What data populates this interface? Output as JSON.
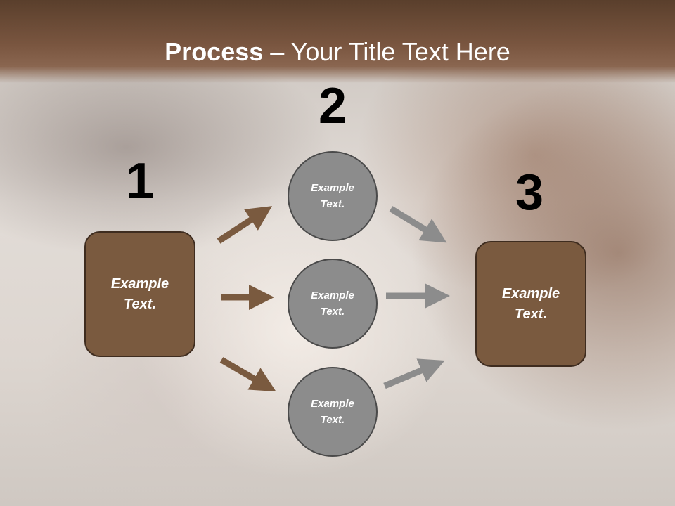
{
  "title": {
    "bold": "Process",
    "rest": " – Your Title Text Here"
  },
  "steps": {
    "one": "1",
    "two": "2",
    "three": "3"
  },
  "left_box": {
    "line1": "Example",
    "line2": "Text."
  },
  "right_box": {
    "line1": "Example",
    "line2": "Text."
  },
  "circles": [
    {
      "line1": "Example",
      "line2": "Text."
    },
    {
      "line1": "Example",
      "line2": "Text."
    },
    {
      "line1": "Example",
      "line2": "Text."
    }
  ],
  "colors": {
    "header": "#7a5640",
    "brown_arrow": "#7a5a3f",
    "gray_arrow": "#8c8c8c",
    "box": "#7a5a3f",
    "circle": "#8c8c8c"
  }
}
